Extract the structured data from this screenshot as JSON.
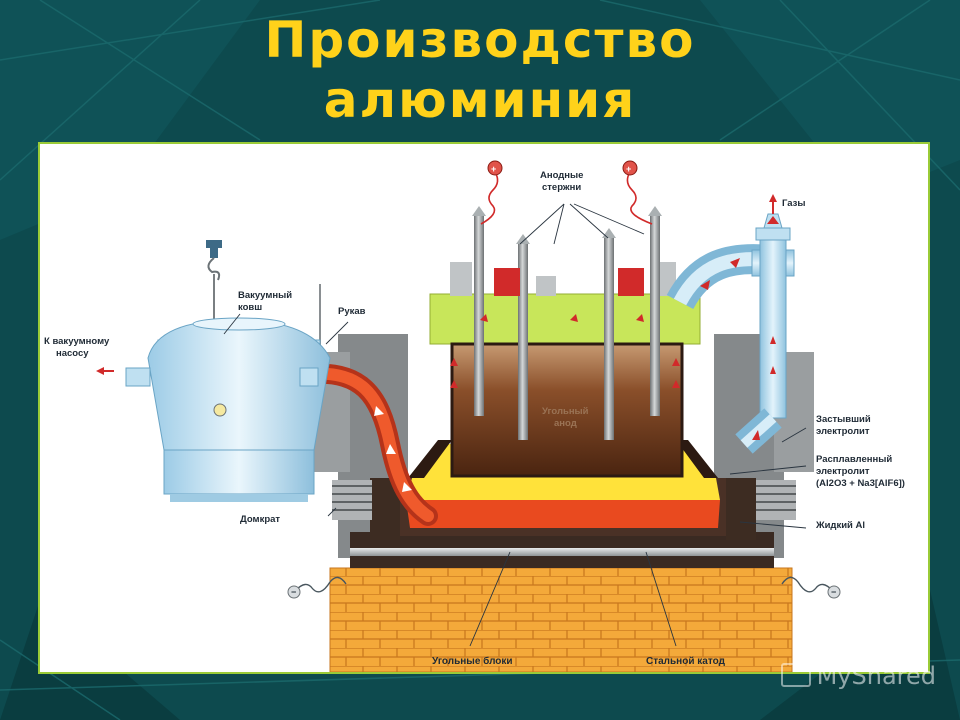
{
  "slide": {
    "title_line1": "Производство",
    "title_line2": "алюминия"
  },
  "diagram": {
    "labels": {
      "anode_rods_1": "Анодные",
      "anode_rods_2": "стержни",
      "gases": "Газы",
      "vacuum_ladle_1": "Вакуумный",
      "vacuum_ladle_2": "ковш",
      "to_pump_1": "К вакуумному",
      "to_pump_2": "насосу",
      "sleeve": "Рукав",
      "carbon_anode_1": "Угольный",
      "carbon_anode_2": "анод",
      "frozen_electrolyte_1": "Застывший",
      "frozen_electrolyte_2": "электролит",
      "molten_electrolyte_1": "Расплавленный",
      "molten_electrolyte_2": "электролит",
      "molten_electrolyte_3": "(Al2O3 + Na3[AlF6])",
      "jack": "Домкрат",
      "liquid_al": "Жидкий Al",
      "carbon_blocks": "Угольные блоки",
      "steel_cathode": "Стальной катод",
      "plus_sign": "+",
      "minus_sign": "−"
    }
  },
  "watermark": {
    "text": "MyShared"
  },
  "colors": {
    "background": "#0d4a4e",
    "title": "#ffd21a",
    "panel_border": "#9acb37",
    "brick": "#f4a93a",
    "molten_al": "#e94a1f",
    "electrolyte": "#ffe23a",
    "anode": "#7a3c1c",
    "frame": "#7f8384",
    "cover": "#c8e65a",
    "pipe": "#a9d3ea"
  }
}
